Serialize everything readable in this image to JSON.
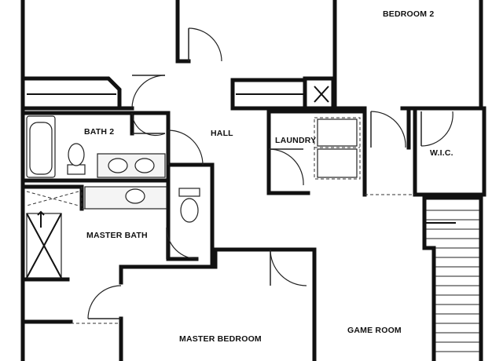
{
  "rooms": {
    "bedroom_2": "BEDROOM 2",
    "bath_2": "BATH 2",
    "hall": "HALL",
    "laundry": "LAUNDRY",
    "wic": "W.I.C.",
    "master_bath": "MASTER BATH",
    "master_bedroom": "MASTER BEDROOM",
    "game_room": "GAME ROOM"
  },
  "colors": {
    "wall": "#111111",
    "background": "#ffffff"
  }
}
